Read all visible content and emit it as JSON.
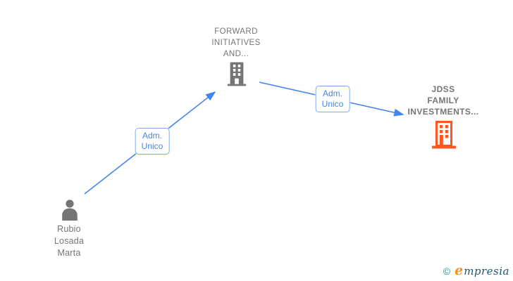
{
  "colors": {
    "arrow_blue": "#4285F4",
    "label_border": "#7BAAF7",
    "label_text": "#4285F4",
    "node_gray": "#757575",
    "company_orange": "#FF5722",
    "logo_teal": "#1E90A0",
    "logo_orange": "#F0941E",
    "logo_dark": "#1C566B"
  },
  "nodes": {
    "person": {
      "type": "person",
      "lines": [
        "Rubio",
        "Losada",
        "Marta"
      ]
    },
    "company_top": {
      "type": "company",
      "lines": [
        "FORWARD",
        "INITIATIVES",
        "AND..."
      ]
    },
    "company_right": {
      "type": "company-highlighted",
      "lines": [
        "JDSS",
        "FAMILY",
        "INVESTMENTS..."
      ]
    }
  },
  "edges": {
    "edge1": {
      "from": "person",
      "to": "company_top",
      "lines": [
        "Adm.",
        "Unico"
      ]
    },
    "edge2": {
      "from": "company_top",
      "to": "company_right",
      "lines": [
        "Adm.",
        "Unico"
      ]
    }
  },
  "footer": {
    "copyright_symbol": "©",
    "brand_initial": "e",
    "brand_rest": "mpresia"
  }
}
